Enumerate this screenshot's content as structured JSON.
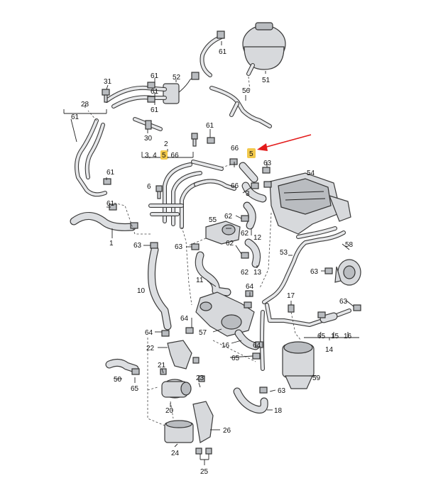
{
  "labels": {
    "l1": "1",
    "l2": "2",
    "l3": "3",
    "l3_4": "3, 4",
    "l5a": "5",
    "l5b": "5",
    "l66_grp": ", 66",
    "l6": "6",
    "l10": "10",
    "l11": "11",
    "l12": "12",
    "l13": "13",
    "l14": "14",
    "l15": "15",
    "l16a": "16",
    "l16b": "16",
    "l17": "17",
    "l18": "18",
    "l20": "20",
    "l21": "21",
    "l22": "22",
    "l23": "23",
    "l24": "24",
    "l25": "25",
    "l26": "26",
    "l28": "28",
    "l30": "30",
    "l31": "31",
    "l50": "50",
    "l51": "51",
    "l52": "52",
    "l53": "53",
    "l54": "54",
    "l55": "55",
    "l56": "56",
    "l57": "57",
    "l58": "58",
    "l59": "59",
    "l61_28": "61",
    "l61a": "61",
    "l61b": "61",
    "l61c": "61",
    "l61d": "61",
    "l61e": "61",
    "l61f": "61",
    "l61g": "61",
    "l62a": "62",
    "l62b": "62",
    "l62c": "62",
    "l62d": "62",
    "l63a": "63",
    "l63b": "63",
    "l63c": "63",
    "l63d": "63",
    "l63e": "63",
    "l63f": "63",
    "l64a": "64",
    "l64b": "64",
    "l64c": "64",
    "l64d": "64",
    "l65a": "65",
    "l65b": "65",
    "l65c": "65",
    "l66a": "66",
    "l66b": "66"
  },
  "colors": {
    "highlight": "#f2c94c",
    "arrow": "#e31b1b"
  },
  "icons": {
    "callout_arrow": "red-arrow-pointer"
  }
}
